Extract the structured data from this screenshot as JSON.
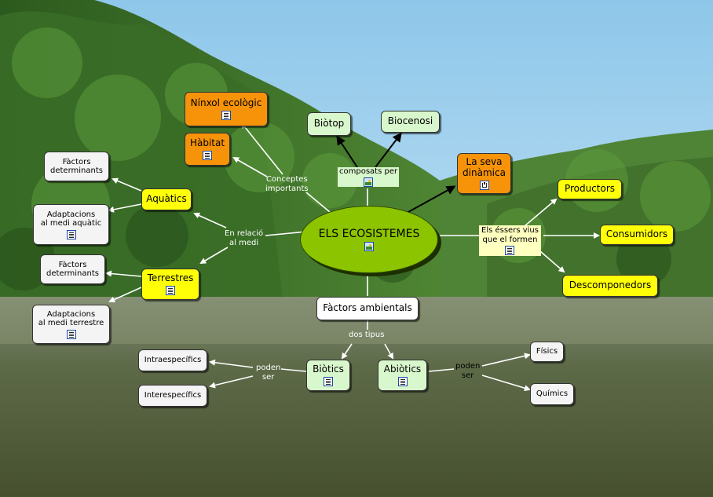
{
  "colors": {
    "sky": "#a9d3ee",
    "forest": "#3d6b2c",
    "water": "#5f6a4c",
    "central_node": "#8dc400",
    "orange_node": "#f79309",
    "yellow_node": "#ffff08",
    "green_node": "#d9f7cc",
    "white_node": "#f4f4f4"
  },
  "concept_map": {
    "central": {
      "label": "ELS ECOSISTEMES",
      "icon": "image-icon"
    },
    "nodes": {
      "nixol": {
        "label": "Nínxol ecològic",
        "icon": "document-icon"
      },
      "habitat": {
        "label": "Hàbitat",
        "icon": "document-icon"
      },
      "biotop": {
        "label": "Biòtop"
      },
      "biocenosi": {
        "label": "Biocenosi"
      },
      "dinamica_1": "La seva",
      "dinamica_2": "dinàmica",
      "dinamica_icon": "concept-map-icon",
      "aquatics_factors_1": "Fàctors",
      "aquatics_factors_2": "determinants",
      "aquatics": {
        "label": "Aquàtics"
      },
      "aquatic_adapt_1": "Adaptacions",
      "aquatic_adapt_2": "al medi aquàtic",
      "terrestrial_factors_1": "Fàctors",
      "terrestrial_factors_2": "determinants",
      "terrestres": {
        "label": "Terrestres",
        "icon": "document-icon"
      },
      "terrestrial_adapt_1": "Adaptacions",
      "terrestrial_adapt_2": "al medi terrestre",
      "productors": {
        "label": "Productors"
      },
      "consumidors": {
        "label": "Consumidors"
      },
      "descomponedors": {
        "label": "Descomponedors"
      },
      "factors_ambientals": {
        "label": "Fàctors ambientals"
      },
      "biotics": {
        "label": "Biòtics",
        "icon": "document-icon"
      },
      "abiotics": {
        "label": "Abiòtics",
        "icon": "document-icon"
      },
      "intraespecifics": {
        "label": "Intraespecífics"
      },
      "interespecifics": {
        "label": "Interespecífics"
      },
      "fisics": {
        "label": "Físics"
      },
      "quimics": {
        "label": "Químics"
      }
    },
    "linking_phrases": {
      "conceptes_1": "Conceptes",
      "conceptes_2": "importants",
      "composats_per": "composats per",
      "en_relacio_1": "En relació",
      "en_relacio_2": "al medi",
      "essers_1": "Els éssers vius",
      "essers_2": "que  el formen",
      "dos_tipus": "dos tipus",
      "poden_ser_1_a": "poden",
      "poden_ser_1_b": "ser",
      "poden_ser_2_a": "poden",
      "poden_ser_2_b": "ser"
    }
  }
}
